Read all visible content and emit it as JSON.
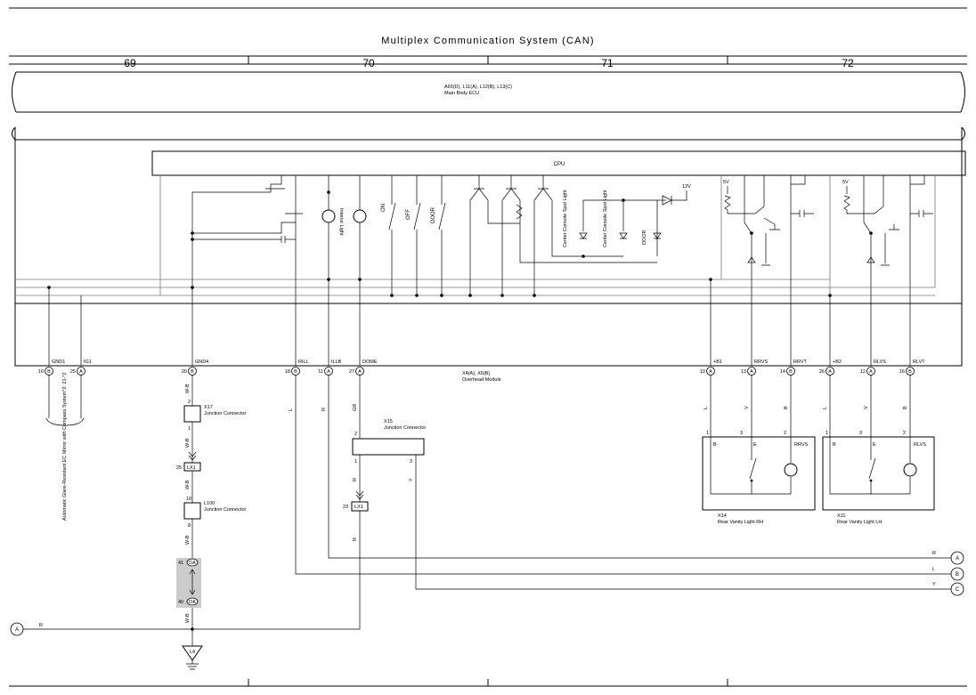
{
  "title": "Multiplex Communication System (CAN)",
  "grid_numbers": [
    "69",
    "70",
    "71",
    "72"
  ],
  "ecu": {
    "codes": "A65(D), L11(A), L12(B), L13(C)",
    "name": "Main Body ECU"
  },
  "overhead": {
    "cpu": "CPU",
    "codes": "X4(A), X6(B)",
    "name": "Overhead Module",
    "v12": "12V",
    "v5": "5V",
    "switches": [
      "ON",
      "OFF",
      "DOOR"
    ],
    "interior_light": "Interior Light",
    "console_spot": "Center Console Spot Light",
    "door_led": "DOOR",
    "terminals": [
      {
        "no": "10",
        "conn": "B",
        "name": "GND1"
      },
      {
        "no": "25",
        "conn": "A",
        "name": "IG1"
      },
      {
        "no": "20",
        "conn": "B",
        "name": "GND4"
      },
      {
        "no": "18",
        "conn": "B",
        "name": "RILL"
      },
      {
        "no": "11",
        "conn": "A",
        "name": "ILLB"
      },
      {
        "no": "27",
        "conn": "A",
        "name": "DOME"
      },
      {
        "no": "10",
        "conn": "A",
        "name": "+B1"
      },
      {
        "no": "13",
        "conn": "A",
        "name": "RRVS"
      },
      {
        "no": "14",
        "conn": "B",
        "name": "RRVT"
      },
      {
        "no": "26",
        "conn": "A",
        "name": "+B2"
      },
      {
        "no": "12",
        "conn": "A",
        "name": "RLVS"
      },
      {
        "no": "16",
        "conn": "B",
        "name": "RLVT"
      }
    ]
  },
  "mirror_note": "Automatic Glare-Resistant EC Mirror with Compass System*2: 21-*2",
  "wire_colors": {
    "wb": "W-B",
    "l": "L",
    "r": "R",
    "gr": "GR",
    "v": "V",
    "b": "B",
    "y": "Y"
  },
  "connectors": {
    "x17": {
      "code": "X17",
      "name": "Junction Connector",
      "pins": [
        "2",
        "1"
      ]
    },
    "l100": {
      "code": "L100",
      "name": "Junction Connector",
      "pins": [
        "10",
        "8"
      ]
    },
    "x15": {
      "code": "X15",
      "name": "Junction Connector",
      "pins": [
        "2",
        "1",
        "3"
      ]
    },
    "lx1_a": {
      "pin": "25",
      "code": "LX1"
    },
    "lx1_b": {
      "pin": "23",
      "code": "LX1"
    },
    "da_1": {
      "pin": "41",
      "code": "DA"
    },
    "da_2": {
      "pin": "40",
      "code": "DA"
    },
    "ground": "L4"
  },
  "vanity_rh": {
    "code": "X14",
    "name": "Rear Vanity Light RH",
    "pins": [
      "1",
      "3",
      "2"
    ],
    "labels": [
      "B",
      "E",
      "RRVS"
    ]
  },
  "vanity_lh": {
    "code": "X11",
    "name": "Rear Vanity Light LH",
    "pins": [
      "1",
      "3",
      "2"
    ],
    "labels": [
      "B",
      "E",
      "RLVS"
    ]
  },
  "offpage": [
    "A",
    "B",
    "C"
  ],
  "offpage_left": "A"
}
